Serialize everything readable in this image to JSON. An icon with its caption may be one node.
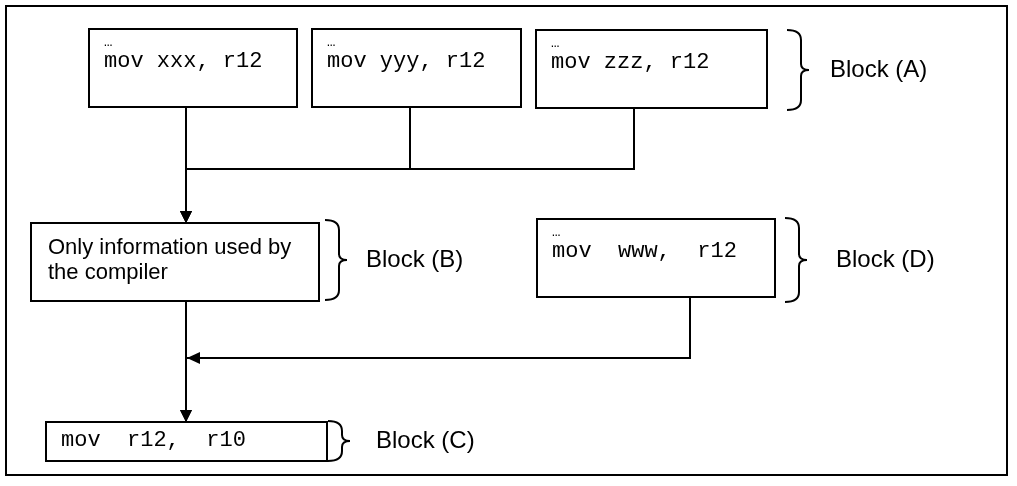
{
  "diagram": {
    "nodes": [
      {
        "text": [
          "…",
          "mov xxx, r12"
        ]
      },
      {
        "text": [
          "…",
          "mov yyy, r12"
        ]
      },
      {
        "text": [
          "…",
          "mov zzz, r12"
        ]
      },
      {
        "text": [
          "Only information used by the compiler"
        ]
      },
      {
        "text": [
          "…",
          "mov  www,  r12"
        ]
      },
      {
        "text": [
          "mov  r12,  r10"
        ]
      }
    ],
    "edges": [
      {
        "from": 0,
        "to": 3,
        "arrow": "to"
      },
      {
        "from": 1,
        "to": 3,
        "arrow": "to"
      },
      {
        "from": 2,
        "to": 3,
        "arrow": "to"
      },
      {
        "from": 3,
        "to": 5,
        "arrow": "to"
      },
      {
        "from": 4,
        "to": 5,
        "arrow": "to"
      }
    ],
    "labels": [
      "Block (A)",
      "Block (B)",
      "Block (D)",
      "Block (C)"
    ]
  }
}
